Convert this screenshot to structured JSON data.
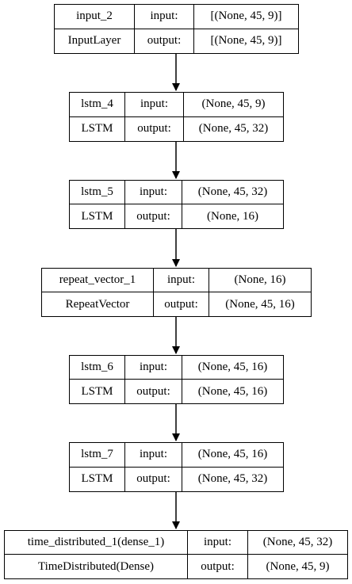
{
  "layers": [
    {
      "name": "input_2",
      "type": "InputLayer",
      "input_label": "input:",
      "output_label": "output:",
      "input_shape": "[(None, 45, 9)]",
      "output_shape": "[(None, 45, 9)]"
    },
    {
      "name": "lstm_4",
      "type": "LSTM",
      "input_label": "input:",
      "output_label": "output:",
      "input_shape": "(None, 45, 9)",
      "output_shape": "(None, 45, 32)"
    },
    {
      "name": "lstm_5",
      "type": "LSTM",
      "input_label": "input:",
      "output_label": "output:",
      "input_shape": "(None, 45, 32)",
      "output_shape": "(None, 16)"
    },
    {
      "name": "repeat_vector_1",
      "type": "RepeatVector",
      "input_label": "input:",
      "output_label": "output:",
      "input_shape": "(None, 16)",
      "output_shape": "(None, 45, 16)"
    },
    {
      "name": "lstm_6",
      "type": "LSTM",
      "input_label": "input:",
      "output_label": "output:",
      "input_shape": "(None, 45, 16)",
      "output_shape": "(None, 45, 16)"
    },
    {
      "name": "lstm_7",
      "type": "LSTM",
      "input_label": "input:",
      "output_label": "output:",
      "input_shape": "(None, 45, 16)",
      "output_shape": "(None, 45, 32)"
    },
    {
      "name": "time_distributed_1(dense_1)",
      "type": "TimeDistributed(Dense)",
      "input_label": "input:",
      "output_label": "output:",
      "input_shape": "(None, 45, 32)",
      "output_shape": "(None, 45, 9)"
    }
  ],
  "connections": [
    {
      "from": "input_2",
      "to": "lstm_4"
    },
    {
      "from": "lstm_4",
      "to": "lstm_5"
    },
    {
      "from": "lstm_5",
      "to": "repeat_vector_1"
    },
    {
      "from": "repeat_vector_1",
      "to": "lstm_6"
    },
    {
      "from": "lstm_6",
      "to": "lstm_7"
    },
    {
      "from": "lstm_7",
      "to": "time_distributed_1(dense_1)"
    }
  ]
}
